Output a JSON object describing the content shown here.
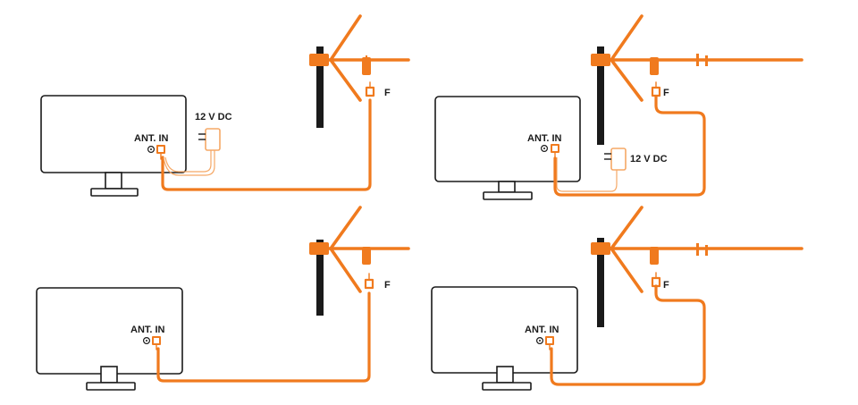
{
  "labels": {
    "ant_in": "ANT. IN",
    "f_connector": "F",
    "power": "12 V DC"
  },
  "colors": {
    "accent": "#f07a1e",
    "outline": "#1a1a1a",
    "background": "#ffffff"
  },
  "panels": [
    {
      "id": "top-left",
      "antenna": "short-boom",
      "mast": "black",
      "power_adapter": true
    },
    {
      "id": "top-right",
      "antenna": "long-boom",
      "mast": "black",
      "power_adapter": true
    },
    {
      "id": "bottom-left",
      "antenna": "short-boom",
      "mast": "black",
      "power_adapter": false
    },
    {
      "id": "bottom-right",
      "antenna": "long-boom",
      "mast": "black",
      "power_adapter": false
    }
  ]
}
